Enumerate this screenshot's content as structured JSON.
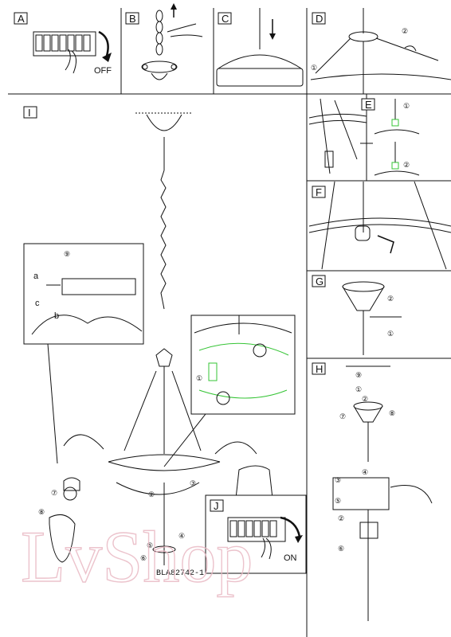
{
  "panels": {
    "A": {
      "letter": "A",
      "off_label": "OFF"
    },
    "B": {
      "letter": "B"
    },
    "C": {
      "letter": "C"
    },
    "D": {
      "letter": "D",
      "step1": "①",
      "step2": "②"
    },
    "E": {
      "letter": "E",
      "step1": "①",
      "step2": "②"
    },
    "F": {
      "letter": "F"
    },
    "G": {
      "letter": "G",
      "step1": "①",
      "step2": "②"
    },
    "H": {
      "letter": "H",
      "steps": [
        "①",
        "②",
        "③",
        "④",
        "⑤",
        "⑥",
        "⑦",
        "⑧",
        "⑨",
        "②"
      ]
    },
    "I": {
      "letter": "I",
      "steps": [
        "①",
        "②",
        "③",
        "④",
        "⑤",
        "⑥",
        "⑦",
        "⑧"
      ]
    },
    "J": {
      "letter": "J",
      "on_label": "ON"
    },
    "nine": {
      "num": "⑨",
      "a": "a",
      "b": "b",
      "c": "c"
    }
  },
  "model_code": "BLA82742-1",
  "watermark_text": "LvShop",
  "colors": {
    "line": "#111111",
    "highlight_green": "#35c435",
    "watermark": "#e9b9c4"
  }
}
